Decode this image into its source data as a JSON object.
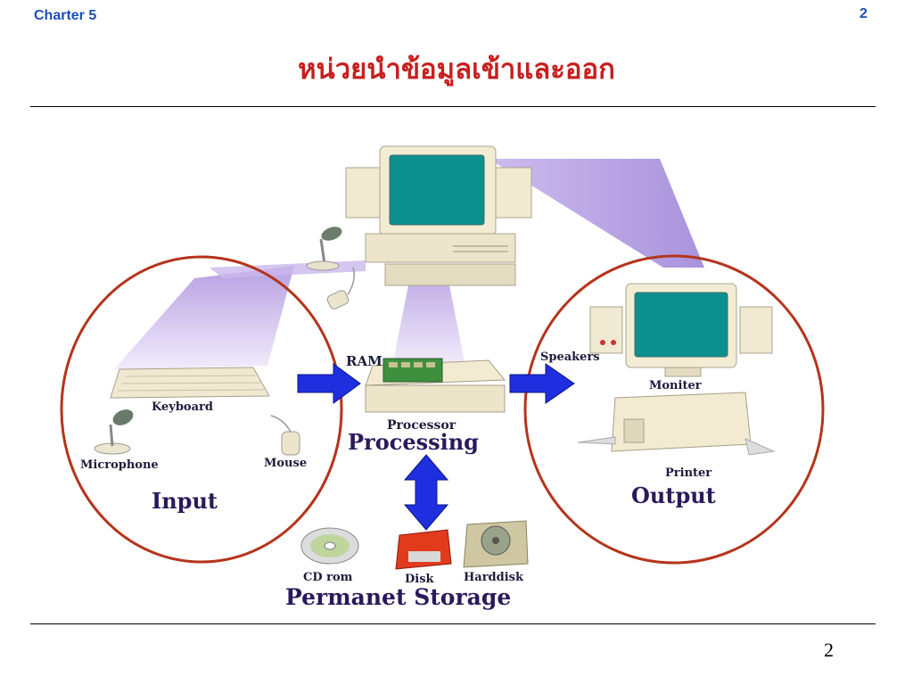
{
  "header": {
    "chapter": "Charter 5",
    "slide_number": "2"
  },
  "title": "หน่วยนำข้อมูลเข้าและออก",
  "footer": {
    "page": "2"
  },
  "diagram": {
    "labels": {
      "ram": "RAM",
      "processor": "Processor",
      "keyboard": "Keyboard",
      "microphone": "Microphone",
      "mouse": "Mouse",
      "speakers": "Speakers",
      "moniter": "Moniter",
      "printer": "Printer",
      "cd_rom": "CD rom",
      "disk": "Disk",
      "harddisk": "Harddisk"
    },
    "sections": {
      "processing": "Processing",
      "input": "Input",
      "output": "Output",
      "storage": "Permanet Storage"
    }
  },
  "colors": {
    "header": "#1f4fb5",
    "title": "#c81f1f",
    "circle": "#b5341c",
    "arrow": "#1f2fe0",
    "beam": "#b59ce0"
  }
}
